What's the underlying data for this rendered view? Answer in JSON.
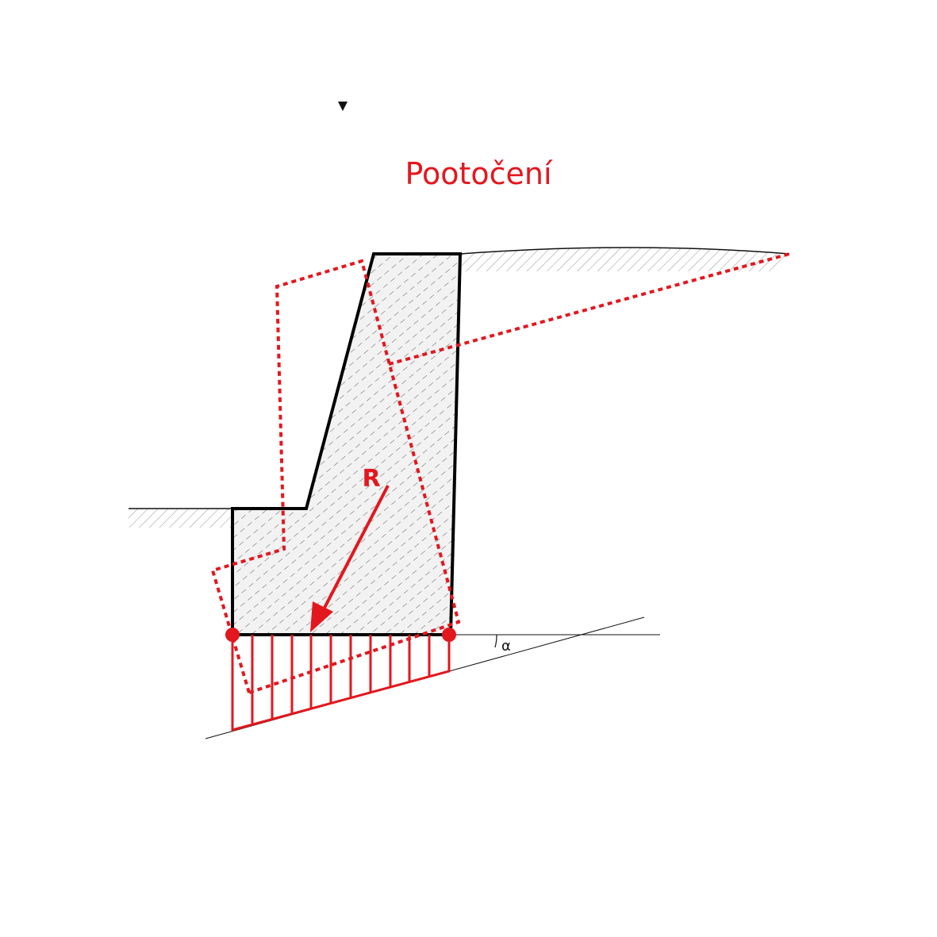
{
  "title": "Pootočení",
  "labels": {
    "resultant": "R",
    "angle": "α"
  },
  "colors": {
    "accent": "#e3171e",
    "ink": "#111111",
    "wall_fill": "#f2f2f2"
  },
  "icons": {
    "marker": "triangle-down-icon"
  }
}
